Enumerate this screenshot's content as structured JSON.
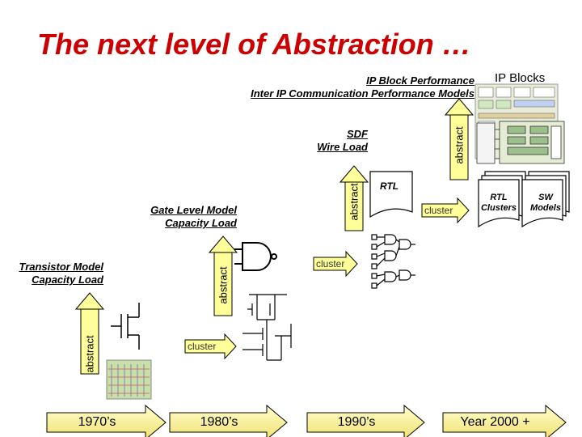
{
  "title": "The next level of Abstraction …",
  "levels": {
    "ip": {
      "line1": "IP Block Performance",
      "line2": "Inter IP Communication Performance Models"
    },
    "sdf": {
      "line1": "SDF",
      "line2": "Wire Load"
    },
    "gate": {
      "line1": "Gate Level Model",
      "line2": "Capacity Load"
    },
    "transistor": {
      "line1": "Transistor Model",
      "line2": "Capacity Load"
    }
  },
  "ip_blocks_label": "IP Blocks",
  "rtl_label": "RTL",
  "abstract_label": "abstract",
  "cluster_label": "cluster",
  "docs": {
    "rtl": {
      "line1": "RTL",
      "line2": "Clusters"
    },
    "sw": {
      "line1": "SW",
      "line2": "Models"
    }
  },
  "eras": [
    "1970’s",
    "1980’s",
    "1990’s",
    "Year 2000 +"
  ],
  "colors": {
    "title": "#cc0000",
    "arrow_fill": "#ffff99",
    "chip": "#c8e0a8"
  }
}
